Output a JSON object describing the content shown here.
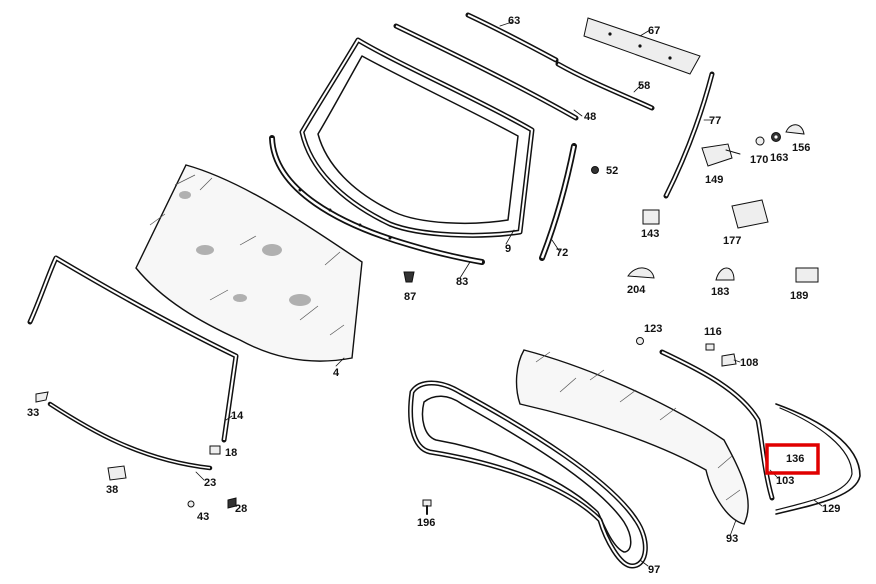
{
  "labels": {
    "p63": "63",
    "p67": "67",
    "p58": "58",
    "p48": "48",
    "p77": "77",
    "p156": "156",
    "p170": "170",
    "p163": "163",
    "p149": "149",
    "p52": "52",
    "p9": "9",
    "p72": "72",
    "p143": "143",
    "p177": "177",
    "p87": "87",
    "p83": "83",
    "p204": "204",
    "p183": "183",
    "p189": "189",
    "p4": "4",
    "p123": "123",
    "p116": "116",
    "p108": "108",
    "p33": "33",
    "p14": "14",
    "p18": "18",
    "p136": "136",
    "p103": "103",
    "p129": "129",
    "p38": "38",
    "p23": "23",
    "p43": "43",
    "p28": "28",
    "p196": "196",
    "p93": "93",
    "p97": "97"
  },
  "highlight": {
    "color": "#e00000",
    "label": "136"
  }
}
